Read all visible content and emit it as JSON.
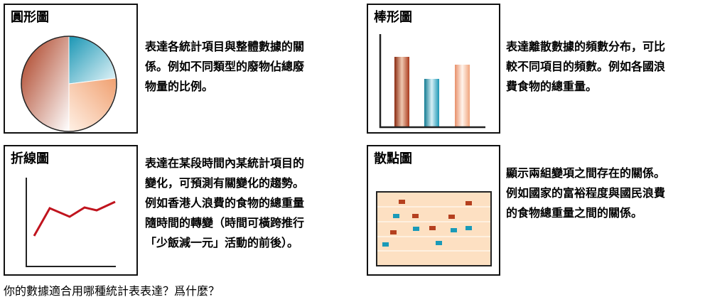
{
  "pie": {
    "title": "圓形圖",
    "lines": [
      "表達各統計項目與整體數據的關",
      "係。例如不同類型的廢物佔總廢",
      "物量的比例。"
    ]
  },
  "bar": {
    "title": "棒形圖",
    "lines": [
      "表達離散數據的頻數分布，可比",
      "較不同項目的頻數。例如各國浪",
      "費食物的總重量。"
    ]
  },
  "line": {
    "title": "折線圖",
    "lines": [
      "表達在某段時間內某統計項目的",
      "變化，可預測有關變化的趨勢。",
      "例如香港人浪費的食物的總重量",
      "隨時間的轉變（時間可橫跨推行",
      "「少飯減一元」活動的前後）。"
    ]
  },
  "scatter": {
    "title": "散點圖",
    "lines": [
      "顯示兩組變項之間存在的關係。",
      "例如國家的富裕程度與國民浪費",
      "的食物總重量之間的關係。"
    ]
  },
  "question": "你的數據適合用哪種統計表表達？爲什麼？",
  "colors": {
    "brown": "#b5401f",
    "blue": "#1a9ab8",
    "peach": "#f7c4a0",
    "red": "#c0141e",
    "scatter_bg": "#fde0c2"
  }
}
